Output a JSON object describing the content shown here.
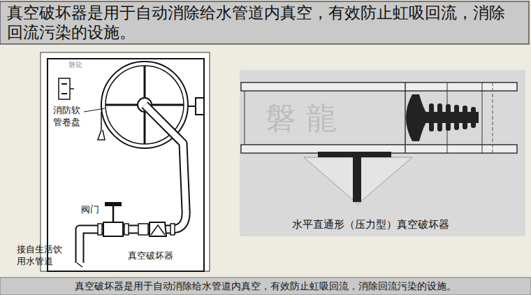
{
  "diagram": {
    "title": "真空破坏器是用于自动消除给水管道内真空，有效防止虹吸回流，消除 回流污染的设施。",
    "caption": "真空破坏器是用于自动消除给水管道内真空，有效防止虹吸回流，消除回流污染的设施。",
    "labels": [
      "磐龍",
      "消防软 管卷盘",
      "阀门",
      "接自生活饮 用水管道",
      "真空破坏器",
      "磐 龍",
      "水平直通形（压力型）真空破坏器"
    ]
  }
}
